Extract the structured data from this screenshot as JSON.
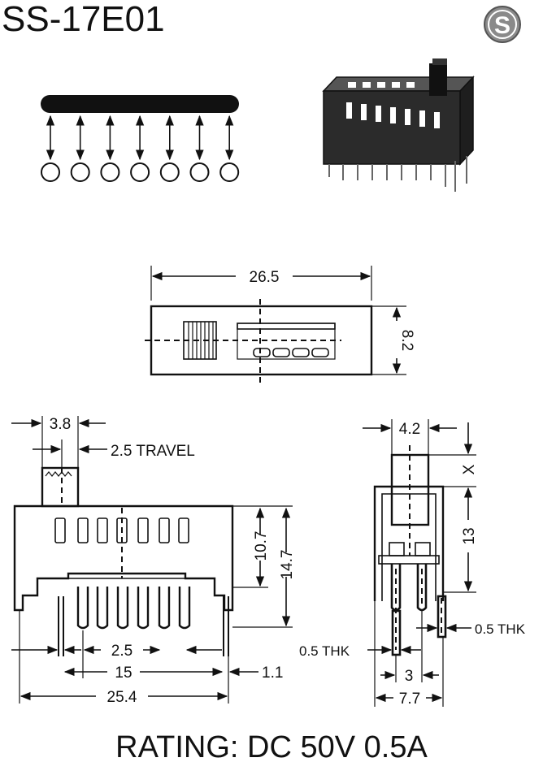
{
  "header": {
    "model": "SS-17E01",
    "logo_letter": "S"
  },
  "schematic": {
    "positions": 7
  },
  "top_view": {
    "width_dim": "26.5",
    "height_dim": "8.2"
  },
  "front_view": {
    "dim_actuator": "3.8",
    "dim_travel": "2.5 TRAVEL",
    "dim_body_height": "10.7",
    "dim_total_height": "14.7",
    "dim_pitch": "2.5",
    "dim_pin_span": "15",
    "dim_pin_width": "1.1",
    "dim_total_width": "25.4"
  },
  "side_view": {
    "dim_actuator": "4.2",
    "dim_x": "X",
    "dim_height": "13",
    "dim_thk_right": "0.5 THK",
    "dim_thk_left": "0.5 THK",
    "dim_row_pitch": "3",
    "dim_width": "7.7"
  },
  "footer": {
    "rating": "RATING: DC 50V 0.5A"
  },
  "colors": {
    "ink": "#111111",
    "body_dark": "#2b2b2b",
    "logo_bg": "#8a8a8a"
  }
}
